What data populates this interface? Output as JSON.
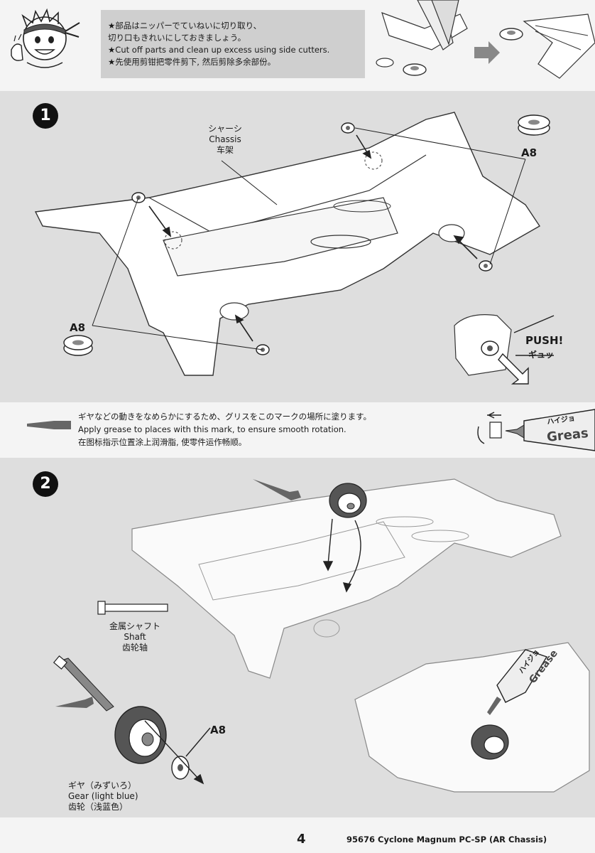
{
  "header": {
    "notes": [
      "★部品はニッパーでていねいに切り取り、",
      "切り口もきれいにしておきましょう。",
      "★Cut off parts and clean up excess using side cutters.",
      "★先使用剪钳把零件剪下, 然后剪除多余部份。"
    ]
  },
  "step1": {
    "number": "1",
    "chassis_label": [
      "シャーシ",
      "Chassis",
      "车架"
    ],
    "part_label_right": "A8",
    "part_label_left": "A8",
    "push_label": "PUSH!",
    "push_label_jp": "ギュッ"
  },
  "grease": {
    "lines": [
      "ギヤなどの動きをなめらかにするため、グリスをこのマークの場所に塗ります。",
      "Apply grease to places with this mark, to ensure smooth rotation.",
      "在图标指示位置涂上润滑脂, 使零件运作畅顺。"
    ],
    "tube_text": "Greas",
    "tube_text_jp": "ハイジョ"
  },
  "step2": {
    "number": "2",
    "shaft_label": [
      "金属シャフト",
      "Shaft",
      "齿轮轴"
    ],
    "gear_label": [
      "ギヤ（みずいろ）",
      "Gear (light blue)",
      "齿轮（浅蓝色）"
    ],
    "part_label": "A8",
    "tube_text": "Grease",
    "tube_text_jp": "ハイジョ"
  },
  "footer": {
    "page": "4",
    "text": "95676 Cyclone Magnum PC-SP (AR Chassis)"
  }
}
